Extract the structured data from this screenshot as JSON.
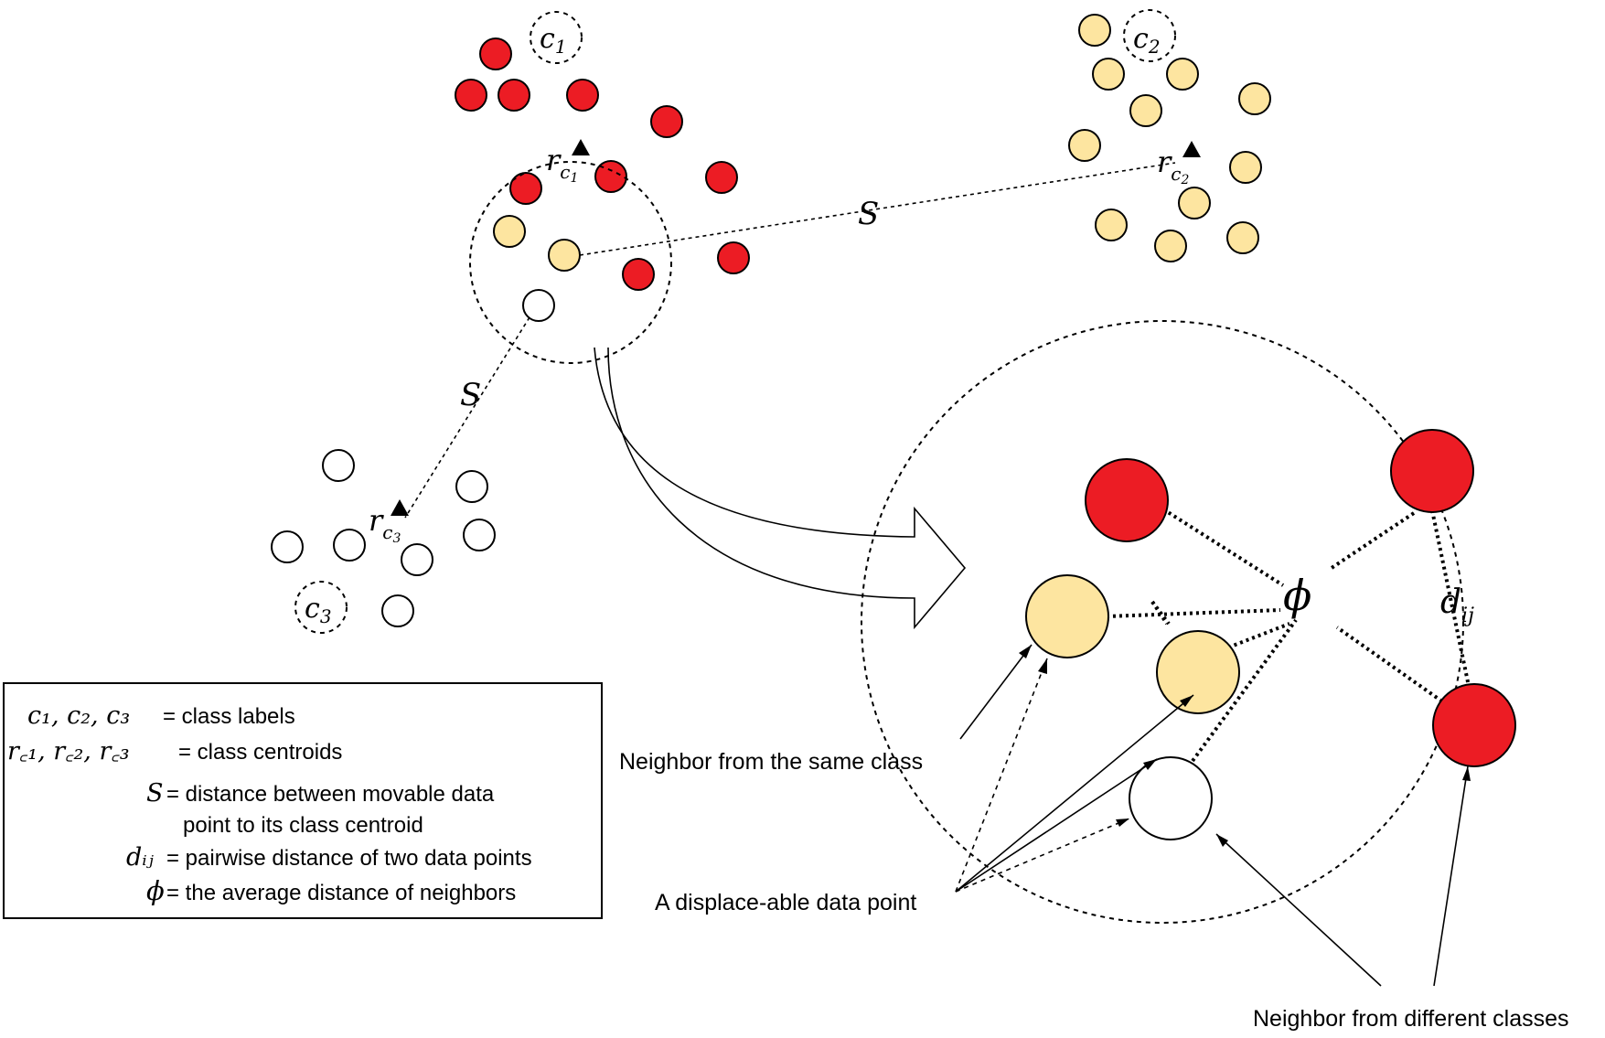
{
  "labels": {
    "c1": "c",
    "c1_sub": "1",
    "c2": "c",
    "c2_sub": "2",
    "c3": "c",
    "c3_sub": "3",
    "r": "r",
    "rc_sub_c": "c",
    "rc1_sub_n": "1",
    "rc2_sub_n": "2",
    "rc3_sub_n": "3",
    "S": "S",
    "phi": "ϕ",
    "dij_d": "d",
    "dij_sub": "ij"
  },
  "annotations": {
    "same_class": "Neighbor from the same class",
    "displaceable": "A displace-able data point",
    "different_classes": "Neighbor from different classes"
  },
  "legend": {
    "row1_symbol": "c₁, c₂, c₃",
    "row1_text": "= class labels",
    "row2_symbol": "r꜀₁, r꜀₂, r꜀₃",
    "row2_text": "= class centroids",
    "row3_symbol": "S",
    "row3_text": "= distance between movable data",
    "row3_text2": "point to its class centroid",
    "row4_symbol": "dᵢⱼ",
    "row4_text": "= pairwise distance of two data points",
    "row5_symbol": "ϕ",
    "row5_text": "= the average distance of neighbors"
  },
  "colors": {
    "red": "#ec1c24",
    "yellow": "#fde5a0",
    "white": "#ffffff"
  }
}
